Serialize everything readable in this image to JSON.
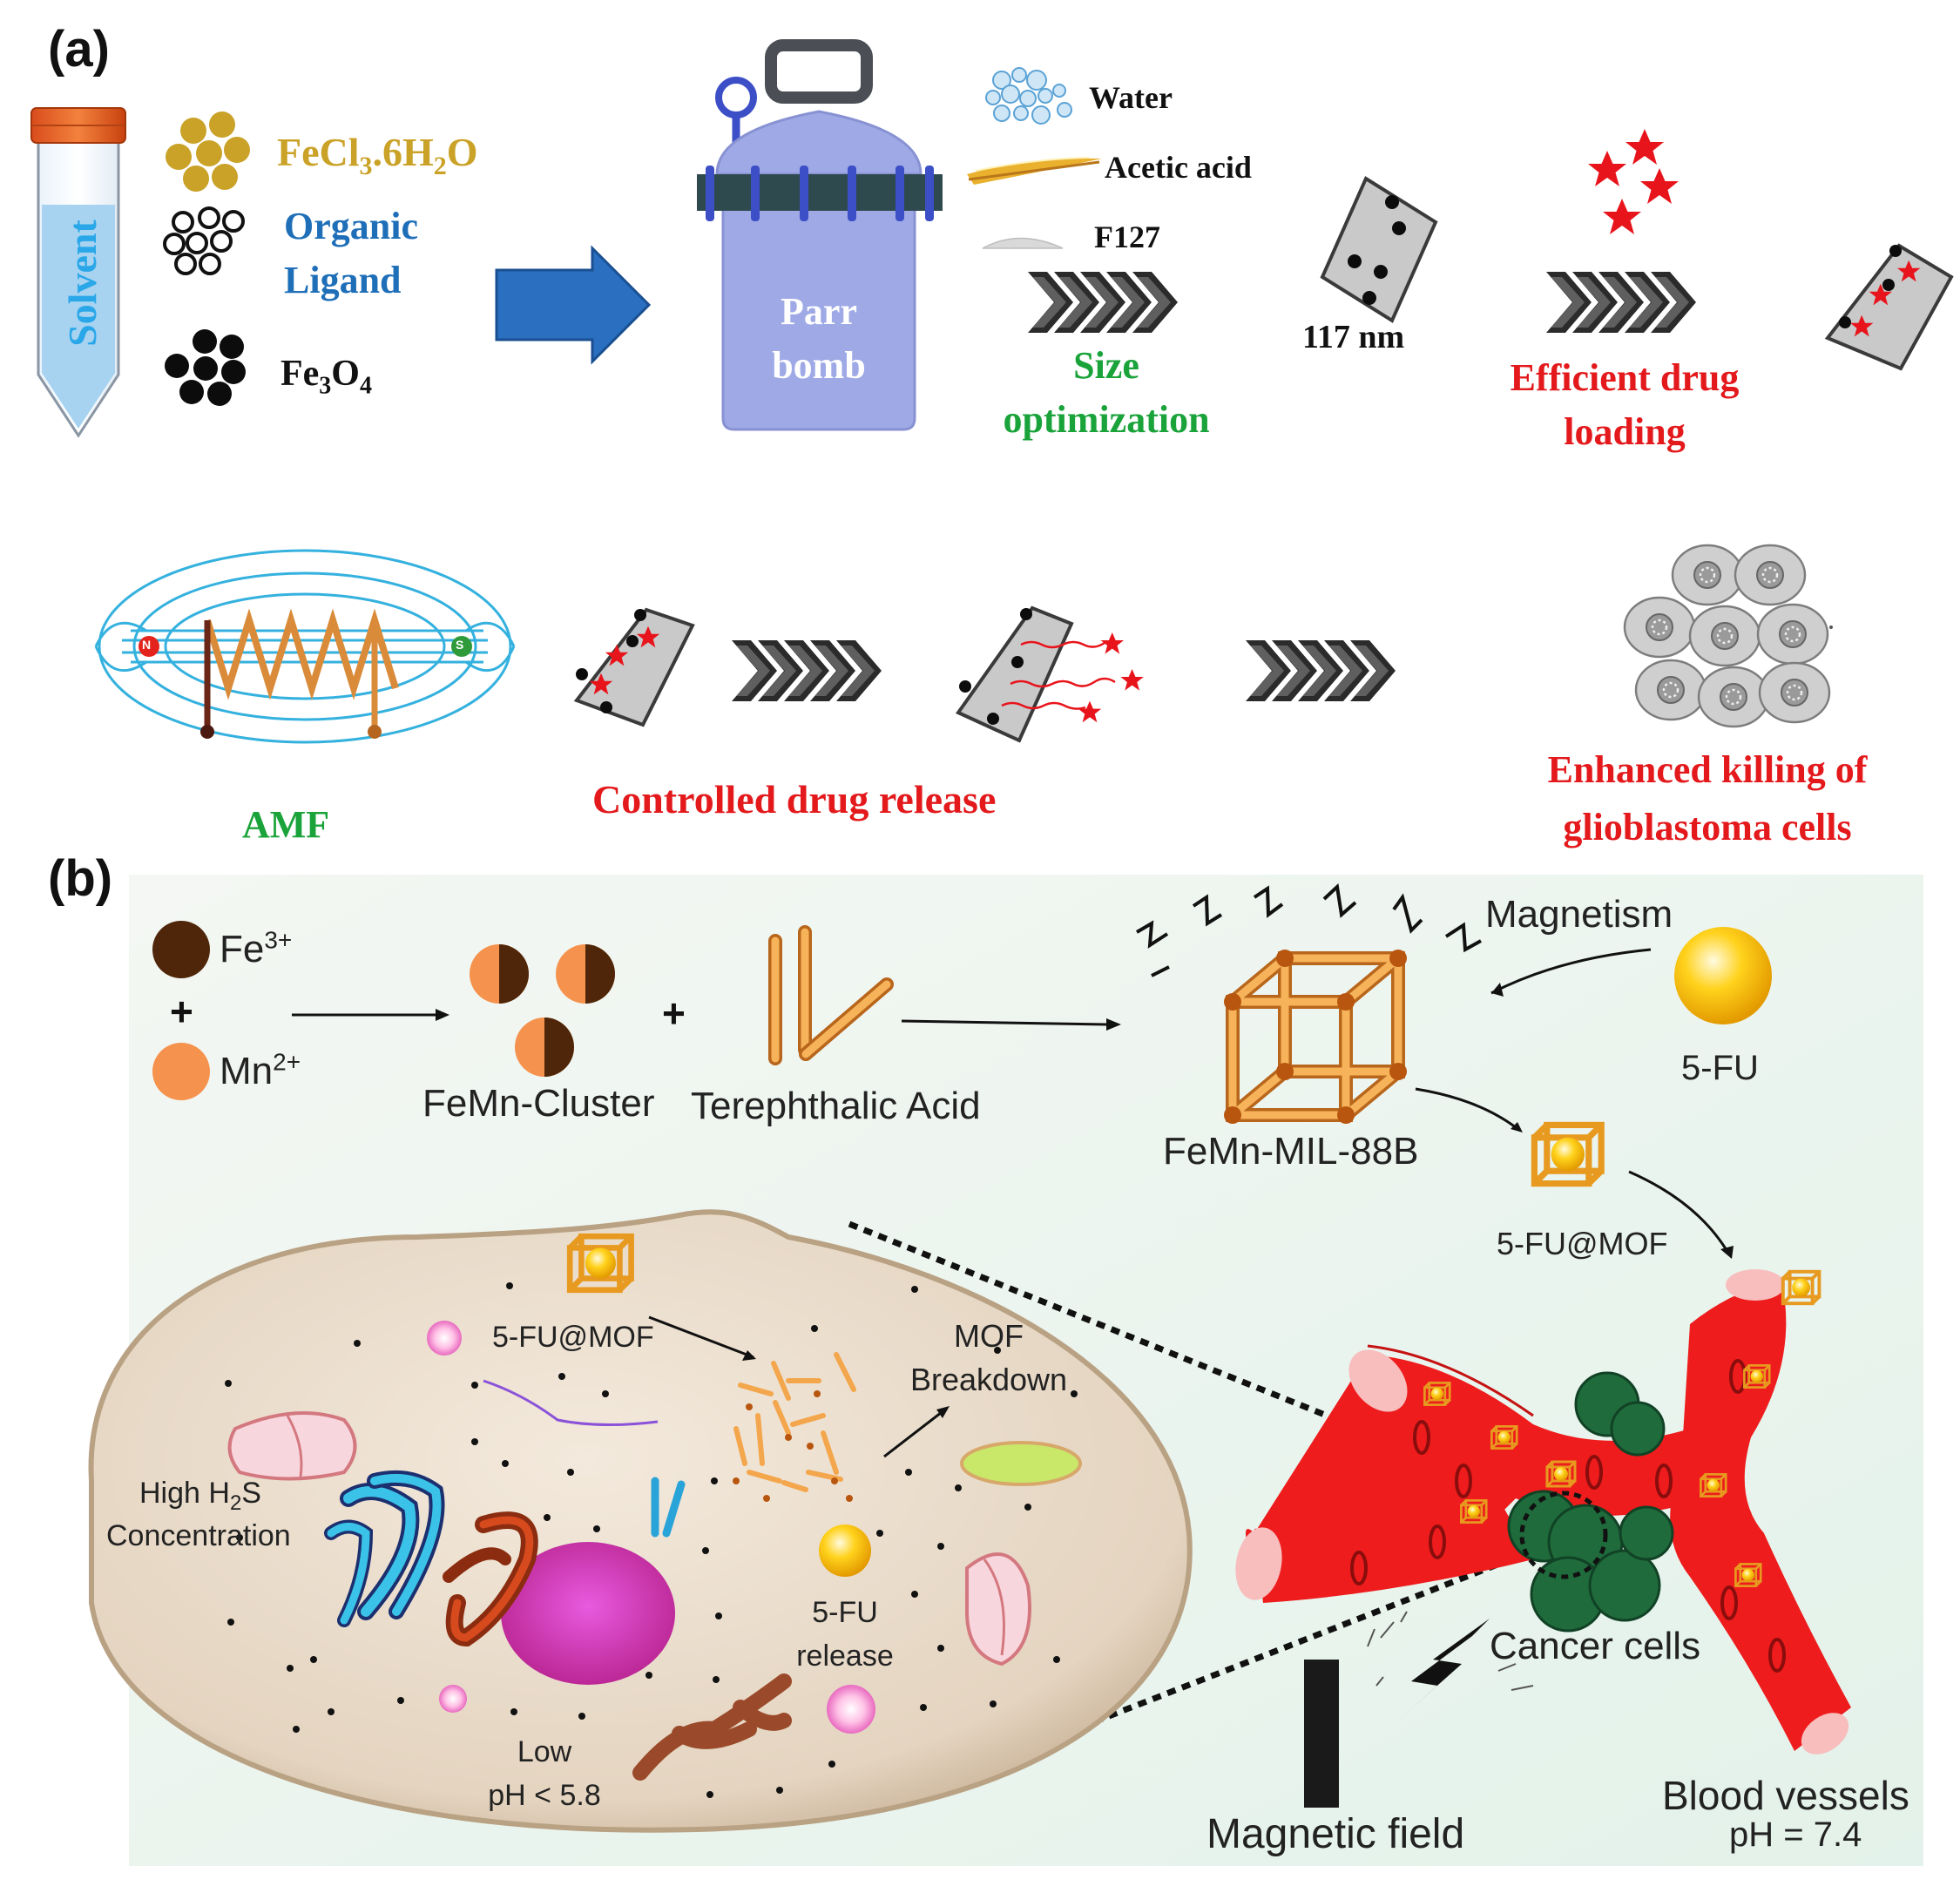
{
  "panel_a": {
    "label": "(a)",
    "tube_label": "Solvent",
    "reagents": {
      "fecl3_base": "FeCl",
      "fecl3_sub1": "3",
      "fecl3_mid": ".6H",
      "fecl3_sub2": "2",
      "fecl3_end": "O",
      "ligand_line1": "Organic",
      "ligand_line2": "Ligand",
      "fe3o4_a": "Fe",
      "fe3o4_sub1": "3",
      "fe3o4_b": "O",
      "fe3o4_sub2": "4"
    },
    "bomb_line1": "Parr",
    "bomb_line2": "bomb",
    "additives": {
      "water": "Water",
      "acetic": "Acetic acid",
      "f127": "F127"
    },
    "size_opt_line1": "Size",
    "size_opt_line2": "optimization",
    "particle_size": "117 nm",
    "loading_line1": "Efficient drug",
    "loading_line2": "loading",
    "amf": "AMF",
    "pole_n": "N",
    "pole_s": "S",
    "release": "Controlled drug release",
    "killing_line1": "Enhanced killing of",
    "killing_line2": "glioblastoma cells"
  },
  "panel_b": {
    "label": "(b)",
    "fe_ion": "Fe",
    "fe_charge": "3+",
    "plus": "+",
    "mn_ion": "Mn",
    "mn_charge": "2+",
    "cluster": "FeMn-Cluster",
    "plus2": "+",
    "acid": "Terephthalic Acid",
    "magnetism": "Magnetism",
    "fu": "5-FU",
    "mof": "FeMn-MIL-88B",
    "fu_mof_outside": "5-FU@MOF",
    "fu_mof_inside": "5-FU@MOF",
    "breakdown_line1": "MOF",
    "breakdown_line2": "Breakdown",
    "h2s_line1_a": "High H",
    "h2s_sub": "2",
    "h2s_line1_b": "S",
    "h2s_line2": "Concentration",
    "fu_release_line1": "5-FU",
    "fu_release_line2": "release",
    "low_ph_line1": "Low",
    "low_ph_line2": "pH < 5.8",
    "cancer_cells": "Cancer cells",
    "magnetic_field": "Magnetic field",
    "blood_line1": "Blood vessels",
    "blood_line2": "pH = 7.4"
  },
  "colors": {
    "fecl3": "#c9a227",
    "ligand": "#1e6fb8",
    "green_text": "#1aa33a",
    "red_text": "#e3191c",
    "arrow_blue": "#2a6fc0",
    "bomb": "#9ea9e6",
    "vessel": "#ee1c1c",
    "panel_b_bg": "#e8f4ef",
    "cell": "#e9dccb"
  }
}
